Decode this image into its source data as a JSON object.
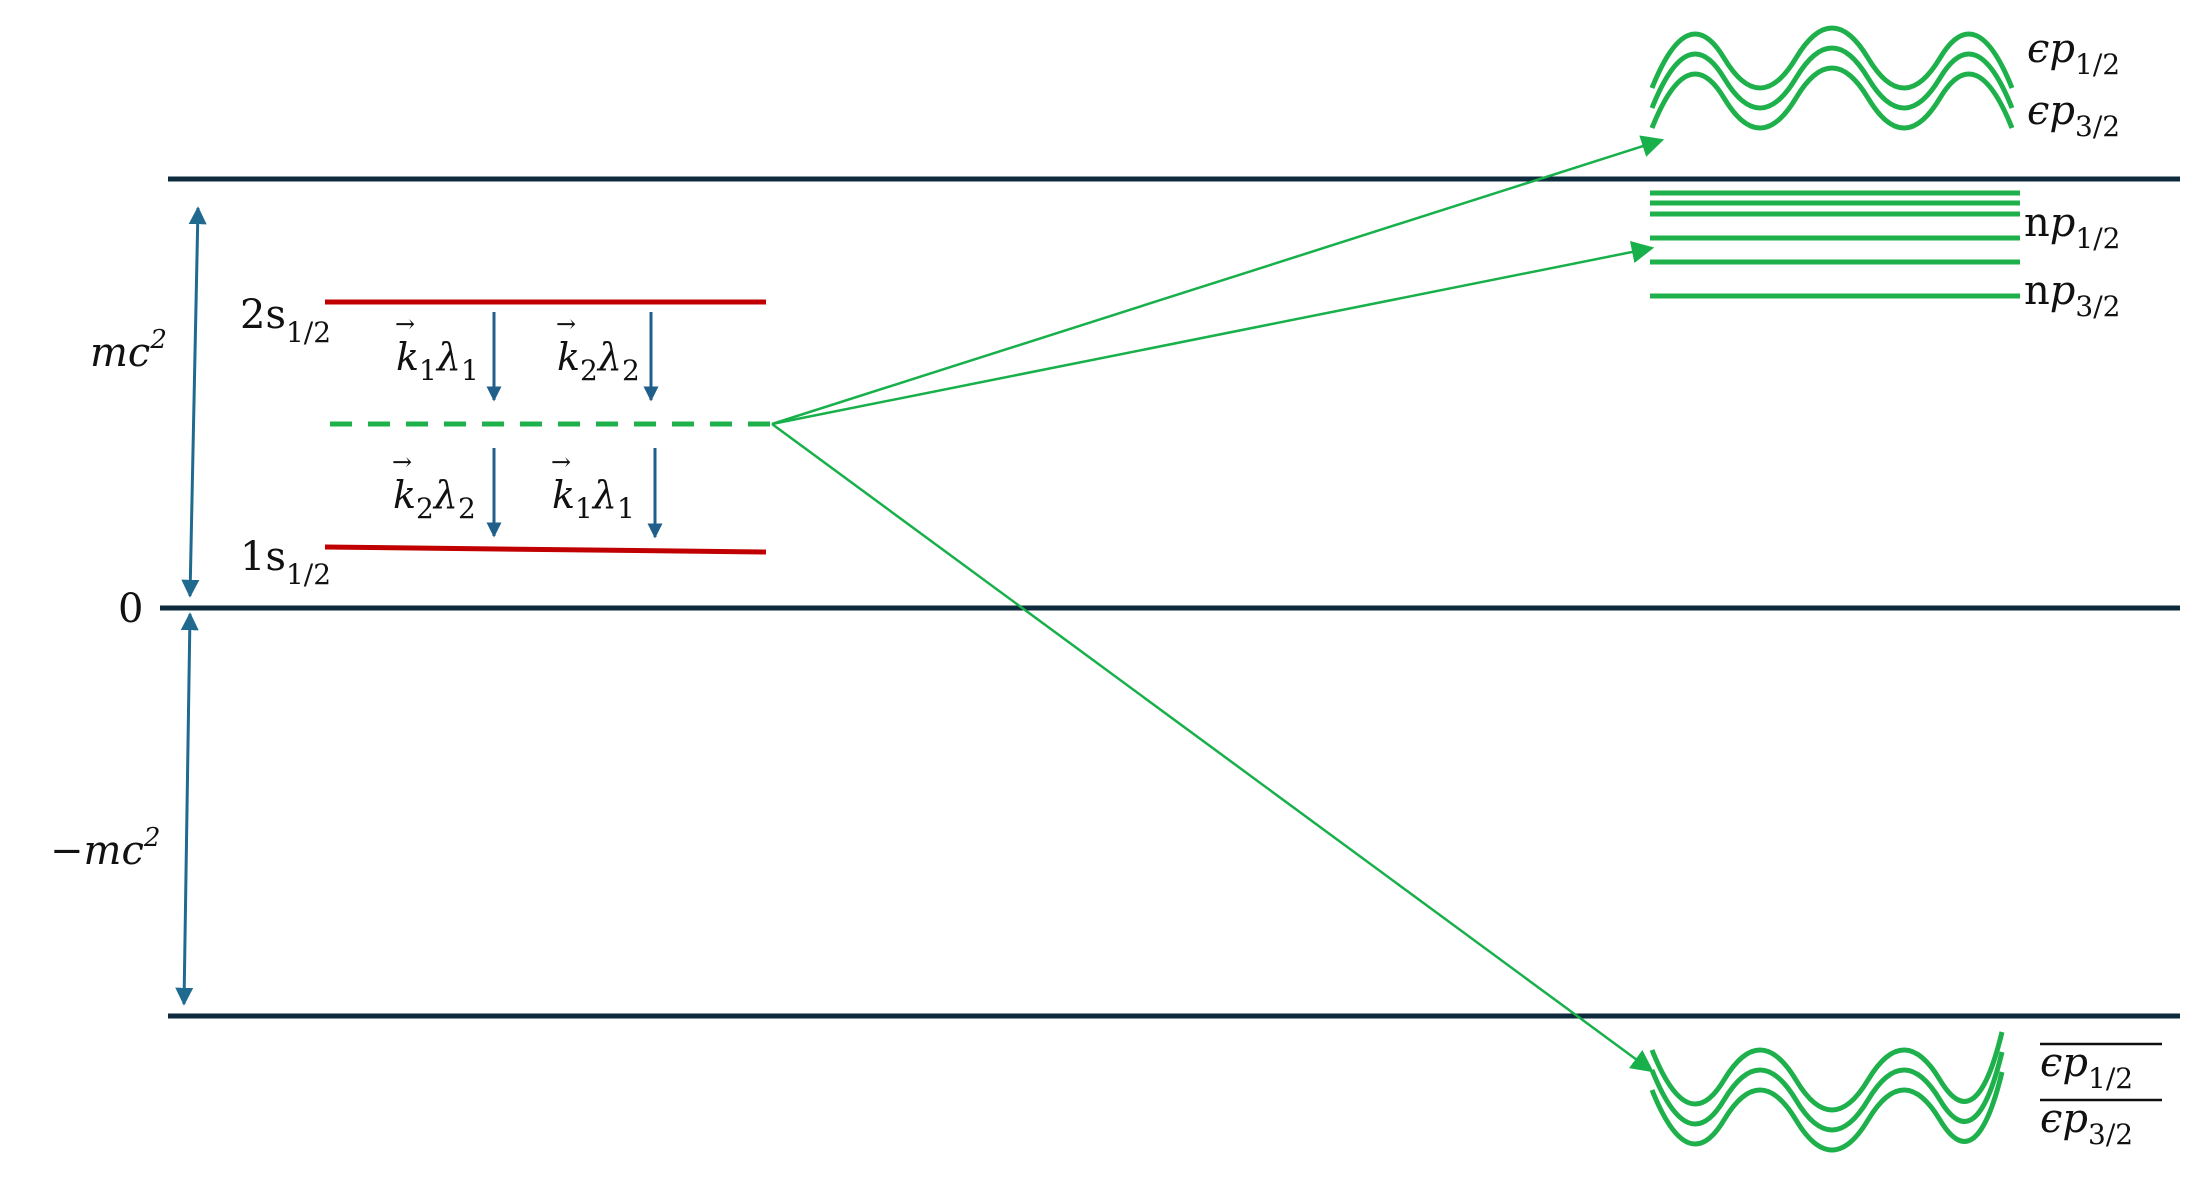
{
  "colors": {
    "boundary": "#0e2a3d",
    "energy_arrow": "#1f6a8e",
    "atomic_level": "#c00000",
    "photon_arrow": "#1f5f8a",
    "intermediate": "#1eb04a",
    "transition": "#17b04a"
  },
  "axis": {
    "upper_gap_label": {
      "base": "mc",
      "sup": "2"
    },
    "zero_label": "0",
    "lower_gap_label": {
      "base": "−mc",
      "sup": "2"
    }
  },
  "atomic_levels": {
    "upper": {
      "base": "2s",
      "sub": "1/2"
    },
    "lower": {
      "base": "1s",
      "sub": "1/2"
    }
  },
  "photons": {
    "upper_left": {
      "vec": "k",
      "sub1": "1",
      "lam": "λ",
      "sub2": "1"
    },
    "upper_right": {
      "vec": "k",
      "sub1": "2",
      "lam": "λ",
      "sub2": "2"
    },
    "lower_left": {
      "vec": "k",
      "sub1": "2",
      "lam": "λ",
      "sub2": "2"
    },
    "lower_right": {
      "vec": "k",
      "sub1": "1",
      "lam": "λ",
      "sub2": "1"
    }
  },
  "positive_continuum": {
    "p12": {
      "base": "ϵp",
      "sub": "1/2"
    },
    "p32": {
      "base": "ϵp",
      "sub": "3/2"
    }
  },
  "bound_states": {
    "p12": {
      "n": "n",
      "base": "p",
      "sub": "1/2"
    },
    "p32": {
      "n": "n",
      "base": "p",
      "sub": "3/2"
    }
  },
  "negative_continuum": {
    "p12": {
      "base": "ϵp",
      "sub": "1/2"
    },
    "p32": {
      "base": "ϵp",
      "sub": "3/2"
    }
  },
  "icons": {
    "energy_gap_arrow": "double-headed-arrow",
    "photon_arrow": "down-arrow",
    "continuum": "wavy-lines"
  }
}
